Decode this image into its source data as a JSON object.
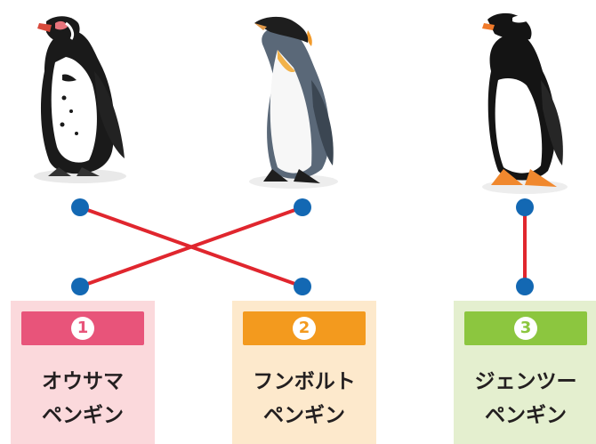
{
  "colors": {
    "line": "#e0262e",
    "dot": "#1368b3"
  },
  "penguins": [
    {
      "icon": "humboldt-penguin-icon"
    },
    {
      "icon": "king-penguin-icon"
    },
    {
      "icon": "gentoo-penguin-icon"
    }
  ],
  "cards": [
    {
      "number": "1",
      "line1": "オウサマ",
      "line2": "ペンギン",
      "bg": "#fbd9dc",
      "badge": "#e8547a"
    },
    {
      "number": "2",
      "line1": "フンボルト",
      "line2": "ペンギン",
      "bg": "#fde9cc",
      "badge": "#f39a1e"
    },
    {
      "number": "3",
      "line1": "ジェンツー",
      "line2": "ペンギン",
      "bg": "#e4efcf",
      "badge": "#8cc63f"
    }
  ],
  "connections": [
    {
      "from_penguin": 1,
      "to_card": 2
    },
    {
      "from_penguin": 2,
      "to_card": 1
    },
    {
      "from_penguin": 3,
      "to_card": 3
    }
  ]
}
